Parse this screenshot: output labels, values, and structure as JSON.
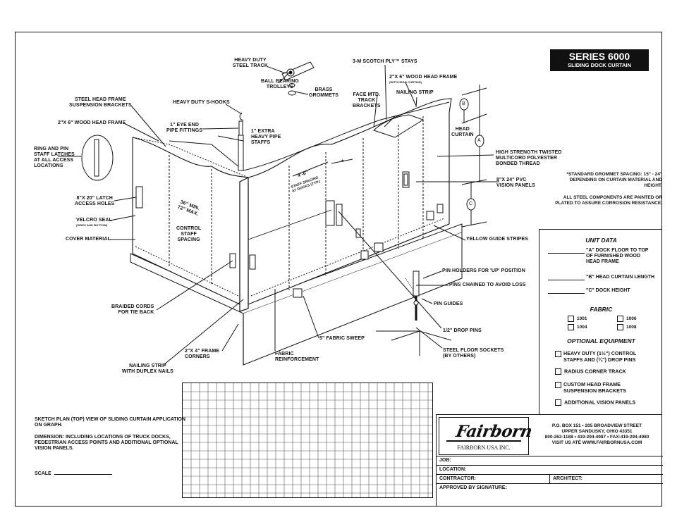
{
  "series": {
    "title": "SERIES 6000",
    "subtitle": "SLIDING DOCK CURTAIN"
  },
  "callouts": {
    "steel_track": [
      "HEAVY DUTY",
      "STEEL TRACK"
    ],
    "ball_bearing": [
      "BALL BEARING",
      "TROLLEYS"
    ],
    "brass_grommets": [
      "BRASS",
      "GROMMETS"
    ],
    "scotch_stays": "3-M SCOTCH PLY™ STAYS",
    "wood_head_frame_right": [
      "2\"X 6\" WOOD HEAD FRAME"
    ],
    "with_head_curtain": "(WITH HEAD CURTAIN)",
    "face_mtd": [
      "FACE MTD.",
      "TRACK",
      "BRACKETS"
    ],
    "nailing_strip_top": "NAILING STRIP",
    "steel_head_frame": [
      "STEEL HEAD FRAME",
      "SUSPENSION BRACKETS"
    ],
    "s_hooks": "HEAVY DUTY S-HOOKS",
    "wood_head_frame_left": "2\"X 6\" WOOD HEAD FRAME",
    "eye_end": [
      "1\" EYE END",
      "PIPE FITTINGS"
    ],
    "extra_pipe": [
      "1\" EXTRA",
      "HEAVY PIPE",
      "STAFFS"
    ],
    "ring_pin": [
      "RING AND PIN",
      "STAFF LATCHES",
      "AT ALL ACCESS",
      "LOCATIONS"
    ],
    "head_curtain": [
      "HEAD",
      "CURTAIN"
    ],
    "high_strength": [
      "HIGH STRENGTH TWISTED",
      "MULTICORD POLYESTER",
      "BONDED THREAD"
    ],
    "latch_holes": [
      "8\"X 20\" LATCH",
      "ACCESS HOLES"
    ],
    "velcro": "VELCRO SEAL",
    "velcro_sub": "(SIDES AND BOTTOM)",
    "cover_material": "COVER MATERIAL",
    "staff_min": [
      "36\" MIN.",
      "72\" MAX."
    ],
    "control_staff": [
      "CONTROL",
      "STAFF",
      "SPACING"
    ],
    "dim_46": "4'-6\"",
    "staff_spacing_docks": [
      "STAFF SPACING",
      "AT DOCKS (TYP.)"
    ],
    "star": "*",
    "pvc_panels": [
      "8\"X 24\" PVC",
      "VISION PANELS"
    ],
    "yellow_stripes": "YELLOW GUIDE STRIPES",
    "pin_holders": "PIN HOLDERS FOR 'UP' POSITION",
    "pins_chained": "PINS CHAINED TO AVOID LOSS",
    "pin_guides": "PIN GUIDES",
    "drop_pins": "1/2\" DROP PINS",
    "floor_sockets": [
      "STEEL FLOOR SOCKETS",
      "(BY OTHERS)"
    ],
    "braided_cords": [
      "BRAIDED CORDS",
      "FOR TIE BACK"
    ],
    "fabric_sweep": "5\" FABRIC SWEEP",
    "frame_corners": [
      "2\"X 4\" FRAME",
      "CORNERS"
    ],
    "fabric_reinforcement": [
      "FABRIC",
      "REINFORCEMENT"
    ],
    "nailing_strip_bottom": [
      "NAILING STRIP",
      "WITH DUPLEX NAILS"
    ],
    "dim_a": "A",
    "dim_b": "B",
    "dim_c": "C"
  },
  "notes": [
    "*STANDARD GROMMET SPACING: 15\" - 24\" DEPENDING ON CURTAIN MATERIAL AND HEIGHT.",
    "ALL STEEL COMPONENTS ARE PAINTED OR PLATED TO ASSURE CORROSION RESISTANCE."
  ],
  "unit_data": {
    "heading": "UNIT DATA",
    "fields": [
      {
        "label": [
          "\"A\" DOCK FLOOR TO TOP",
          "OF FURNISHED WOOD",
          "HEAD FRAME"
        ]
      },
      {
        "label": [
          "\"B\" HEAD CURTAIN LENGTH"
        ]
      },
      {
        "label": [
          "\"C\" DOCK HEIGHT"
        ]
      }
    ]
  },
  "fabric": {
    "heading": "FABRIC",
    "options": [
      "1001",
      "1006",
      "1004",
      "1008"
    ]
  },
  "optional_equipment": {
    "heading": "OPTIONAL EQUIPMENT",
    "items": [
      [
        "HEAVY DUTY (1½\") CONTROL",
        "STAFFS AND (¾\") DROP PINS"
      ],
      [
        "RADIUS CORNER TRACK"
      ],
      [
        "CUSTOM HEAD FRAME",
        "SUSPENSION BRACKETS"
      ],
      [
        "ADDITIONAL VISION PANELS"
      ]
    ]
  },
  "sketch": {
    "line1": "SKETCH PLAN (TOP) VIEW OF SLIDING CURTAIN APPLICATION ON GRAPH.",
    "line2": "DIMENSION: INCLUDING LOCATIONS OF TRUCK DOCKS, PEDESTRIAN ACCESS POINTS AND ADDITIONAL OPTIONAL VISION PANELS.",
    "scale_label": "SCALE"
  },
  "company": {
    "logo": "Fairborn",
    "logo_sub": "FAIRBORN USA INC.",
    "address": [
      "P.O. BOX 151  •  205 BROADVIEW STREET",
      "UPPER SANDUSKY, OHIO 43351",
      "800-262-1188  •  419-294-4987  •  FAX:419-294-4980",
      "VISIT US ATÉ WWW.FAIRBORNUSA.COM"
    ]
  },
  "title_block": {
    "job": "JOB:",
    "location": "LOCATION:",
    "contractor": "CONTRACTOR:",
    "architect": "ARCHITECT:",
    "approved": "APPROVED BY SIGNATURE:"
  }
}
